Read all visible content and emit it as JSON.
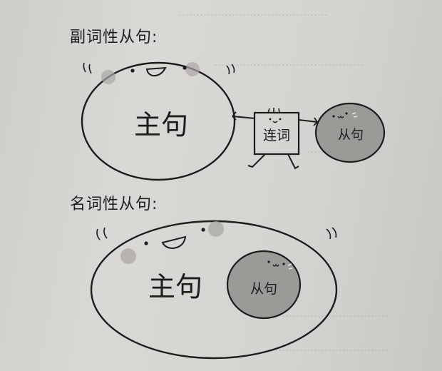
{
  "adverbial": {
    "heading": "副词性从句:",
    "main_clause": "主句",
    "conjunction": "连词",
    "sub_clause": "从句"
  },
  "nominal": {
    "heading": "名词性从句:",
    "main_clause": "主句",
    "sub_clause": "从句"
  },
  "colors": {
    "paper": "#d6d4d0",
    "ink": "#1c1c1c",
    "subclause_fill": "#9c9a97",
    "blush": "#a9a7a4"
  }
}
